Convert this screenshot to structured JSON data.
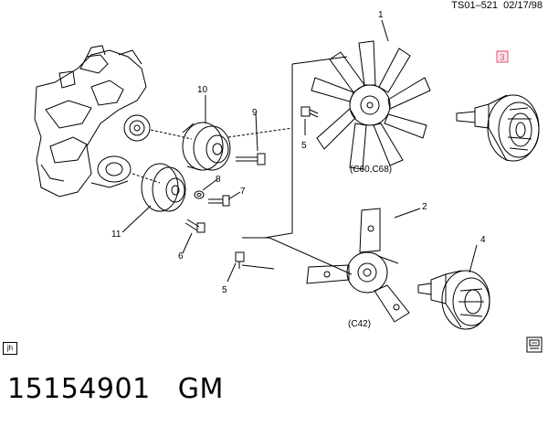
{
  "header": {
    "code": "TS01–521",
    "date": "02/17/98"
  },
  "footer": {
    "part_number": "15154901",
    "brand": "GM"
  },
  "corner_tag": "jh",
  "callouts": {
    "c1": "1",
    "c2": "2",
    "c3": "3",
    "c4": "4",
    "c5a": "5",
    "c5b": "5",
    "c6": "6",
    "c7": "7",
    "c8": "8",
    "c9": "9",
    "c10": "10",
    "c11": "11"
  },
  "variants": {
    "top": "(C60,C68)",
    "bottom": "(C42)"
  },
  "colors": {
    "highlight": "#e0506a",
    "line": "#000000"
  },
  "icons": {
    "corner": "document-icon",
    "book": "manual-book-icon"
  }
}
